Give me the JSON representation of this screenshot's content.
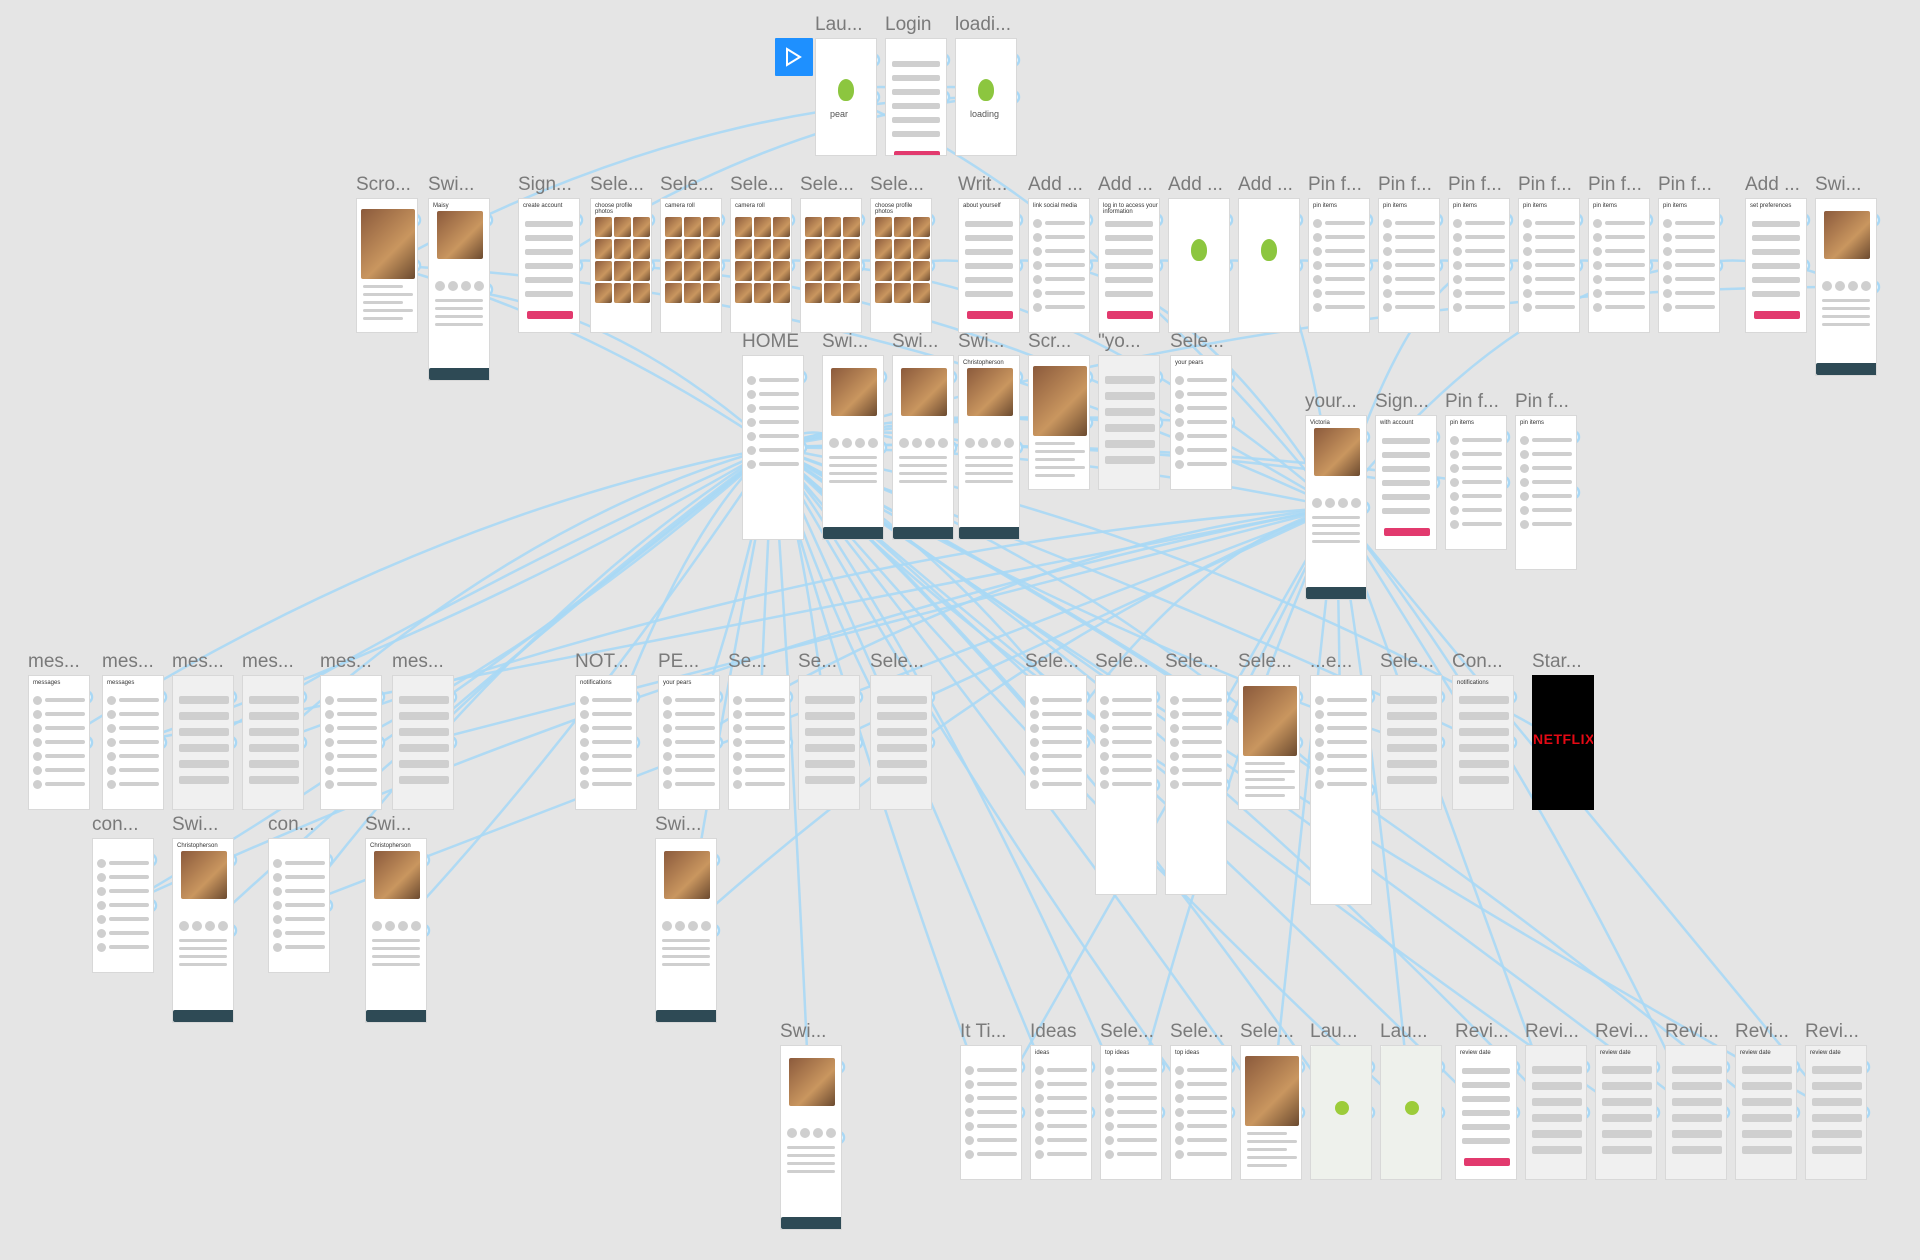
{
  "app": "Prototype canvas",
  "play_button": {
    "icon": "play-icon",
    "color": "#1e90ff"
  },
  "wire_color": "#a9d8f5",
  "frames": [
    {
      "label": "Lau...",
      "kind": "launch",
      "text": "pear"
    },
    {
      "label": "Login",
      "kind": "form"
    },
    {
      "label": "loadi...",
      "kind": "launch",
      "text": "loading"
    },
    {
      "label": "Scro...",
      "kind": "photo"
    },
    {
      "label": "Swi...",
      "kind": "profile",
      "text": "Maisy"
    },
    {
      "label": "Sign...",
      "kind": "form",
      "text": "create account"
    },
    {
      "label": "Sele...",
      "kind": "grid",
      "text": "choose profile photos"
    },
    {
      "label": "Sele...",
      "kind": "grid",
      "text": "camera roll"
    },
    {
      "label": "Sele...",
      "kind": "grid",
      "text": "camera roll"
    },
    {
      "label": "Sele...",
      "kind": "grid"
    },
    {
      "label": "Sele...",
      "kind": "grid",
      "text": "choose profile photos"
    },
    {
      "label": "Writ...",
      "kind": "form",
      "text": "about yourself"
    },
    {
      "label": "Add ...",
      "kind": "list",
      "text": "link social media"
    },
    {
      "label": "Add ...",
      "kind": "form",
      "text": "log in to access your information"
    },
    {
      "label": "Add ...",
      "kind": "launch"
    },
    {
      "label": "Add ...",
      "kind": "launch"
    },
    {
      "label": "Pin f...",
      "kind": "list",
      "text": "pin items"
    },
    {
      "label": "Pin f...",
      "kind": "list",
      "text": "pin items"
    },
    {
      "label": "Pin f...",
      "kind": "list",
      "text": "pin items"
    },
    {
      "label": "Pin f...",
      "kind": "list",
      "text": "pin items"
    },
    {
      "label": "Pin f...",
      "kind": "list",
      "text": "pin items"
    },
    {
      "label": "Pin f...",
      "kind": "list",
      "text": "pin items"
    },
    {
      "label": "Add ...",
      "kind": "form",
      "text": "set preferences"
    },
    {
      "label": "Swi...",
      "kind": "profile"
    },
    {
      "label": "HOME",
      "kind": "list"
    },
    {
      "label": "Swi...",
      "kind": "profile"
    },
    {
      "label": "Swi...",
      "kind": "profile"
    },
    {
      "label": "Swi...",
      "kind": "profile",
      "text": "Christopherson"
    },
    {
      "label": "Scr...",
      "kind": "photo"
    },
    {
      "label": "\"yo...",
      "kind": "grey"
    },
    {
      "label": "Sele...",
      "kind": "list",
      "text": "your pears"
    },
    {
      "label": "your...",
      "kind": "profile",
      "text": "Victoria"
    },
    {
      "label": "Sign...",
      "kind": "form",
      "text": "with account"
    },
    {
      "label": "Pin f...",
      "kind": "list",
      "text": "pin items"
    },
    {
      "label": "Pin f...",
      "kind": "list",
      "text": "pin items"
    },
    {
      "label": "mes...",
      "kind": "list",
      "text": "messages"
    },
    {
      "label": "mes...",
      "kind": "list",
      "text": "messages"
    },
    {
      "label": "mes...",
      "kind": "grey"
    },
    {
      "label": "mes...",
      "kind": "grey"
    },
    {
      "label": "mes...",
      "kind": "list"
    },
    {
      "label": "mes...",
      "kind": "grey"
    },
    {
      "label": "NOT...",
      "kind": "list",
      "text": "notifications"
    },
    {
      "label": "PE...",
      "kind": "list",
      "text": "your pears"
    },
    {
      "label": "Se...",
      "kind": "list"
    },
    {
      "label": "Se...",
      "kind": "grey"
    },
    {
      "label": "Sele...",
      "kind": "grey"
    },
    {
      "label": "Sele...",
      "kind": "list"
    },
    {
      "label": "Sele...",
      "kind": "list"
    },
    {
      "label": "Sele...",
      "kind": "list"
    },
    {
      "label": "Sele...",
      "kind": "photo"
    },
    {
      "label": "...e...",
      "kind": "list"
    },
    {
      "label": "Sele...",
      "kind": "grey"
    },
    {
      "label": "Con...",
      "kind": "grey",
      "text": "notifications"
    },
    {
      "label": "Star...",
      "kind": "netflix",
      "text": "NETFLIX"
    },
    {
      "label": "con...",
      "kind": "list"
    },
    {
      "label": "Swi...",
      "kind": "profile",
      "text": "Christopherson"
    },
    {
      "label": "con...",
      "kind": "list"
    },
    {
      "label": "Swi...",
      "kind": "profile",
      "text": "Christopherson"
    },
    {
      "label": "Swi...",
      "kind": "profile"
    },
    {
      "label": "Swi...",
      "kind": "profile"
    },
    {
      "label": "It Ti...",
      "kind": "list"
    },
    {
      "label": "Ideas",
      "kind": "list",
      "text": "ideas"
    },
    {
      "label": "Sele...",
      "kind": "list",
      "text": "top ideas"
    },
    {
      "label": "Sele...",
      "kind": "list",
      "text": "top ideas"
    },
    {
      "label": "Sele...",
      "kind": "photo"
    },
    {
      "label": "Lau...",
      "kind": "map"
    },
    {
      "label": "Lau...",
      "kind": "map"
    },
    {
      "label": "Revi...",
      "kind": "form",
      "text": "review date"
    },
    {
      "label": "Revi...",
      "kind": "grey"
    },
    {
      "label": "Revi...",
      "kind": "grey",
      "text": "review date"
    },
    {
      "label": "Revi...",
      "kind": "grey"
    },
    {
      "label": "Revi...",
      "kind": "grey",
      "text": "review date"
    },
    {
      "label": "Revi...",
      "kind": "grey",
      "text": "review date"
    }
  ]
}
